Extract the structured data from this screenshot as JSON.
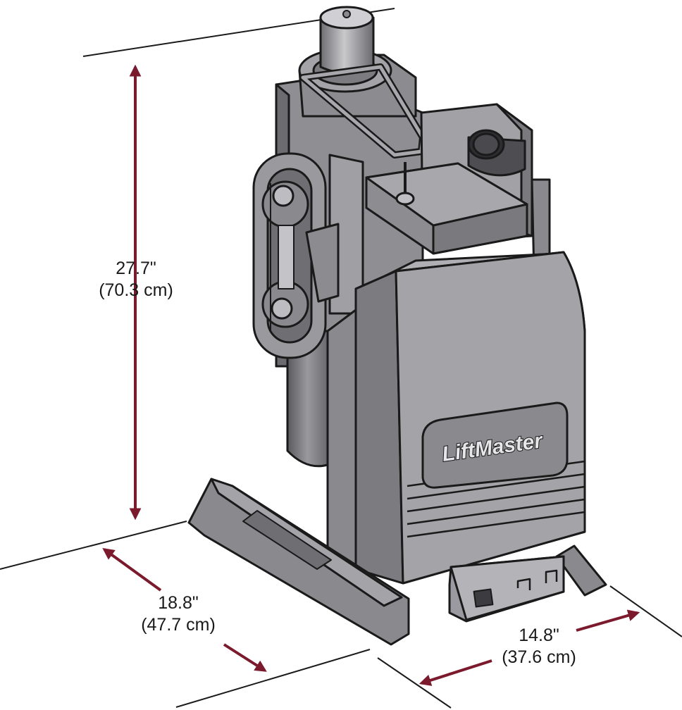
{
  "dimensions": {
    "height": {
      "imperial": "27.7\"",
      "metric": "(70.3 cm)"
    },
    "depth": {
      "imperial": "18.8\"",
      "metric": "(47.7 cm)"
    },
    "width": {
      "imperial": "14.8\"",
      "metric": "(37.6 cm)"
    }
  },
  "product": {
    "brand": "LiftMaster"
  },
  "colors": {
    "arrow": "#7a1a2c",
    "body_dark": "#5f5f63",
    "body_mid": "#8e8e93",
    "body_light": "#b4b4b8",
    "outline": "#1a1a1a"
  }
}
